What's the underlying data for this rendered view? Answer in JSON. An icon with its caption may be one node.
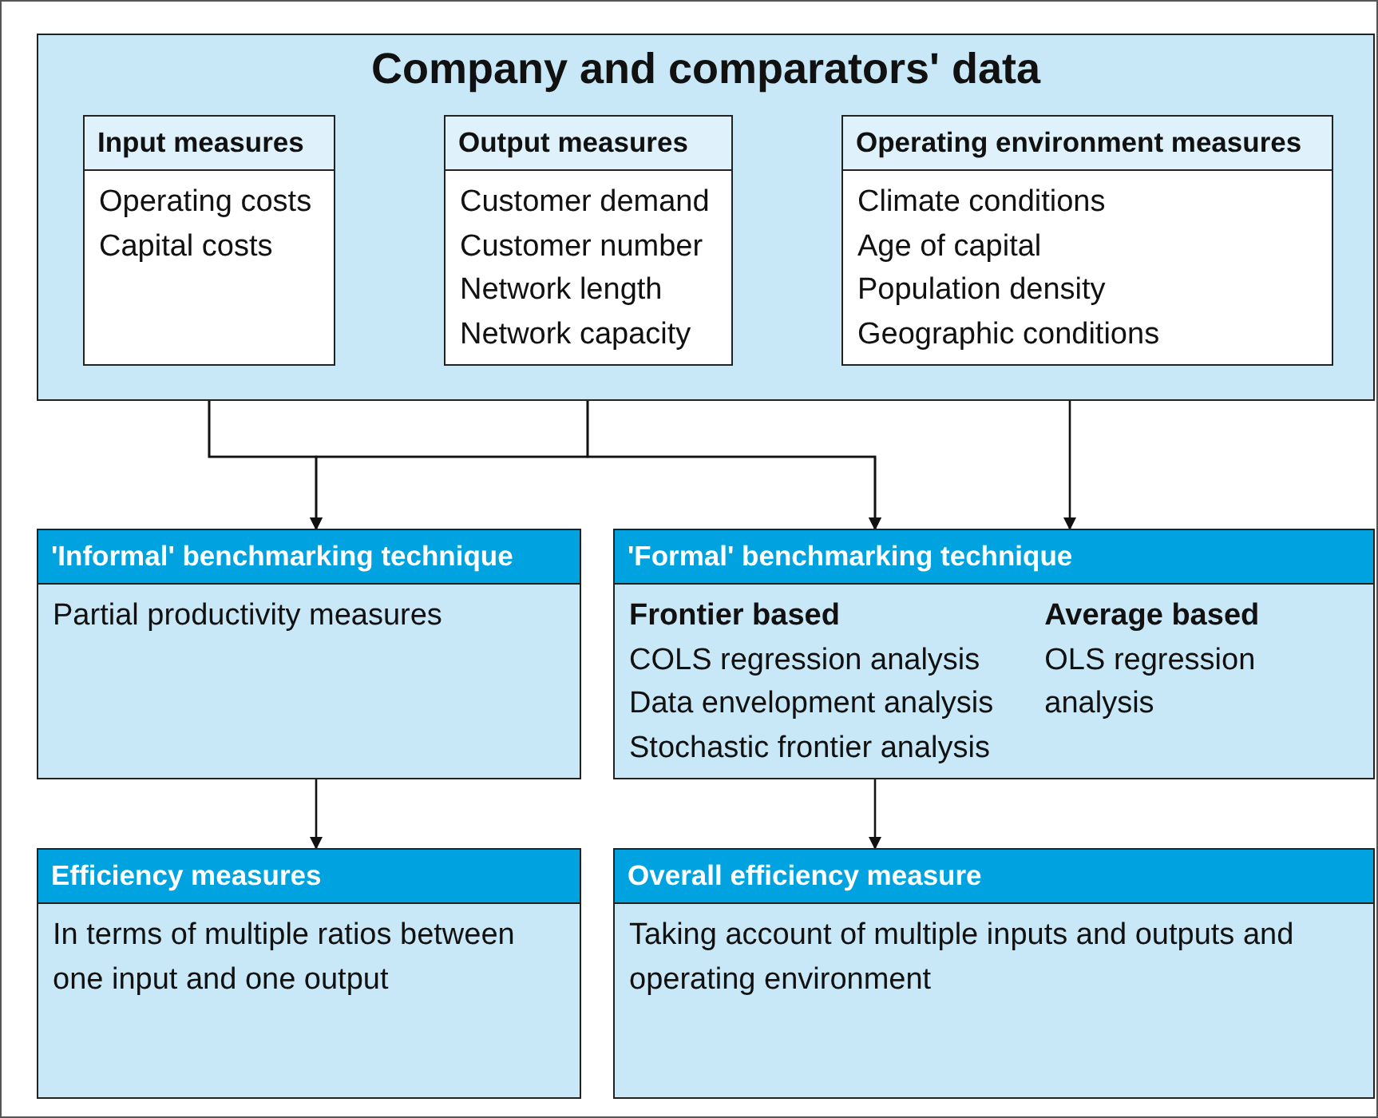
{
  "diagram": {
    "nodes": [
      {
        "text": [
          "Company and comparators' data"
        ]
      },
      {
        "text": [
          "Input measures",
          "Operating costs",
          "Capital costs"
        ],
        "in": 0
      },
      {
        "text": [
          "Output measures",
          "Customer demand",
          "Customer number",
          "Network length",
          "Network capacity"
        ],
        "in": 0
      },
      {
        "text": [
          "Operating environment measures",
          "Climate conditions",
          "Age of capital",
          "Population density",
          "Geographic conditions"
        ],
        "in": 0
      },
      {
        "text": [
          "'Informal' benchmarking technique",
          "Partial productivity measures"
        ]
      },
      {
        "text": [
          "'Formal' benchmarking technique",
          "Frontier based",
          "COLS regression analysis",
          "Data envelopment analysis",
          "Stochastic frontier analysis",
          "Average based",
          "OLS regression analysis"
        ]
      },
      {
        "text": [
          "Efficiency measures",
          "In terms of multiple ratios between one input and one output"
        ]
      },
      {
        "text": [
          "Overall efficiency measure",
          "Taking account of multiple inputs and outputs and operating environment"
        ]
      }
    ],
    "edges": [
      {
        "from": 1,
        "to": 4,
        "arrow": "to"
      },
      {
        "from": 1,
        "to": 5,
        "arrow": "to"
      },
      {
        "from": 2,
        "to": 4,
        "arrow": "to"
      },
      {
        "from": 2,
        "to": 5,
        "arrow": "to"
      },
      {
        "from": 3,
        "to": 5,
        "arrow": "to"
      },
      {
        "from": 4,
        "to": 6,
        "arrow": "to"
      },
      {
        "from": 5,
        "to": 7,
        "arrow": "to"
      }
    ]
  }
}
